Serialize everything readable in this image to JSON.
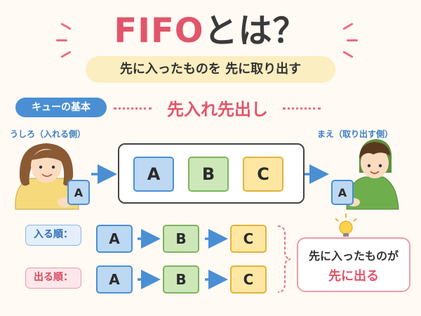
{
  "title": {
    "main": "FIFO",
    "suffix": "とは？"
  },
  "subtitle": "先に入ったものを 先に取り出す",
  "basic_pill": "キューの基本",
  "fifo_jp": "先入れ先出し",
  "left_label": "うしろ（入れる側）",
  "right_label": "まえ（取り出す側）",
  "left_person_box": "A",
  "right_person_box": "A",
  "queue": [
    "A",
    "B",
    "C"
  ],
  "in_row": {
    "label": "入る順：",
    "items": [
      "A",
      "B",
      "C"
    ]
  },
  "out_row": {
    "label": "出る順：",
    "items": [
      "A",
      "B",
      "C"
    ]
  },
  "result": {
    "line1": "先に入ったものが",
    "line2": "先に出る"
  },
  "colors": {
    "accent_red": "#e2556a",
    "accent_blue": "#4a8fd4",
    "box_a": "#bcd8f2",
    "box_b": "#cde7b9",
    "box_c": "#fde7a3"
  },
  "icons": [
    "lightbulb-icon",
    "arrow-right-icon",
    "curly-brace-icon"
  ]
}
